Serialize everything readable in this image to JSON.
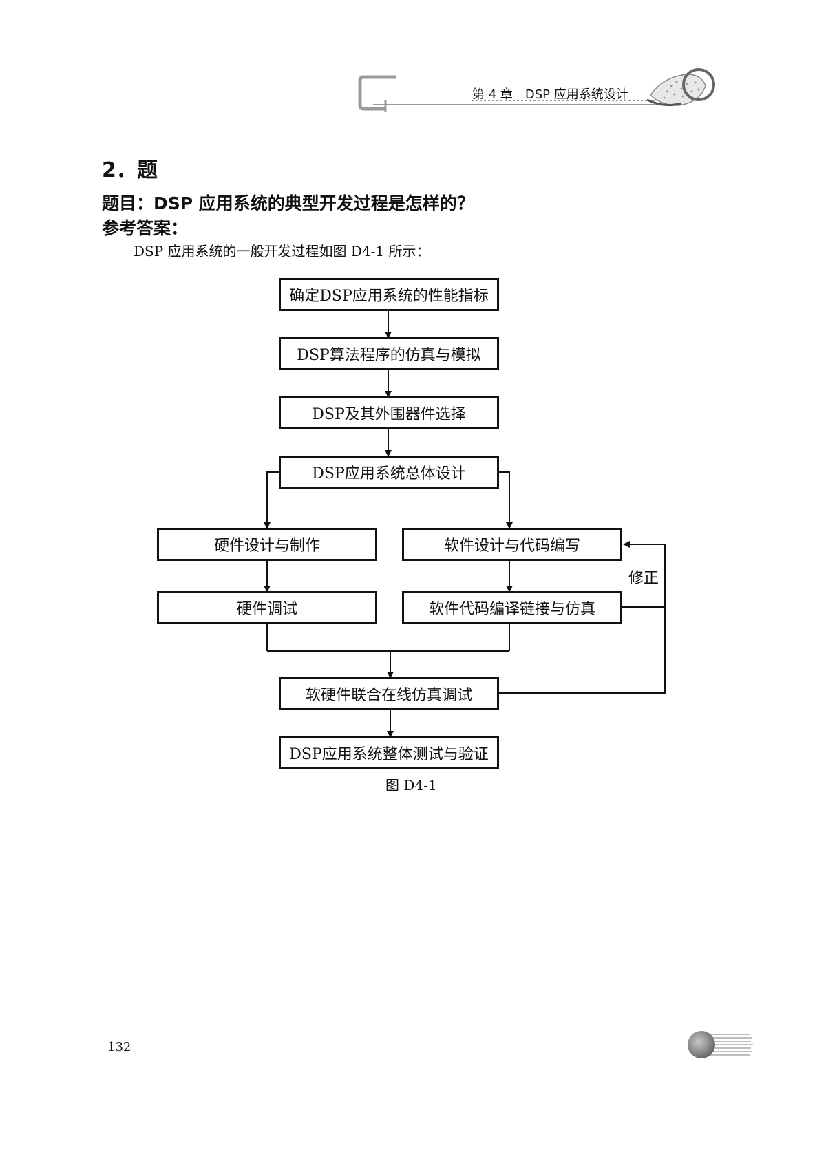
{
  "header": {
    "chapter_title": "第 4 章　DSP 应用系统设计"
  },
  "section": {
    "heading": "2．题",
    "question": "题目：DSP 应用系统的典型开发过程是怎样的？",
    "answer_label": "参考答案：",
    "intro": "DSP 应用系统的一般开发过程如图 D4-1 所示："
  },
  "diagram": {
    "steps": {
      "s1": "确定DSP应用系统的性能指标",
      "s2": "DSP算法程序的仿真与模拟",
      "s3": "DSP及其外围器件选择",
      "s4": "DSP应用系统总体设计",
      "hw1": "硬件设计与制作",
      "hw2": "硬件调试",
      "sw1": "软件设计与代码编写",
      "sw2": "软件代码编译链接与仿真",
      "s5": "软硬件联合在线仿真调试",
      "s6": "DSP应用系统整体测试与验证"
    },
    "feedback_label": "修正",
    "caption": "图 D4-1"
  },
  "footer": {
    "page_number": "132"
  }
}
